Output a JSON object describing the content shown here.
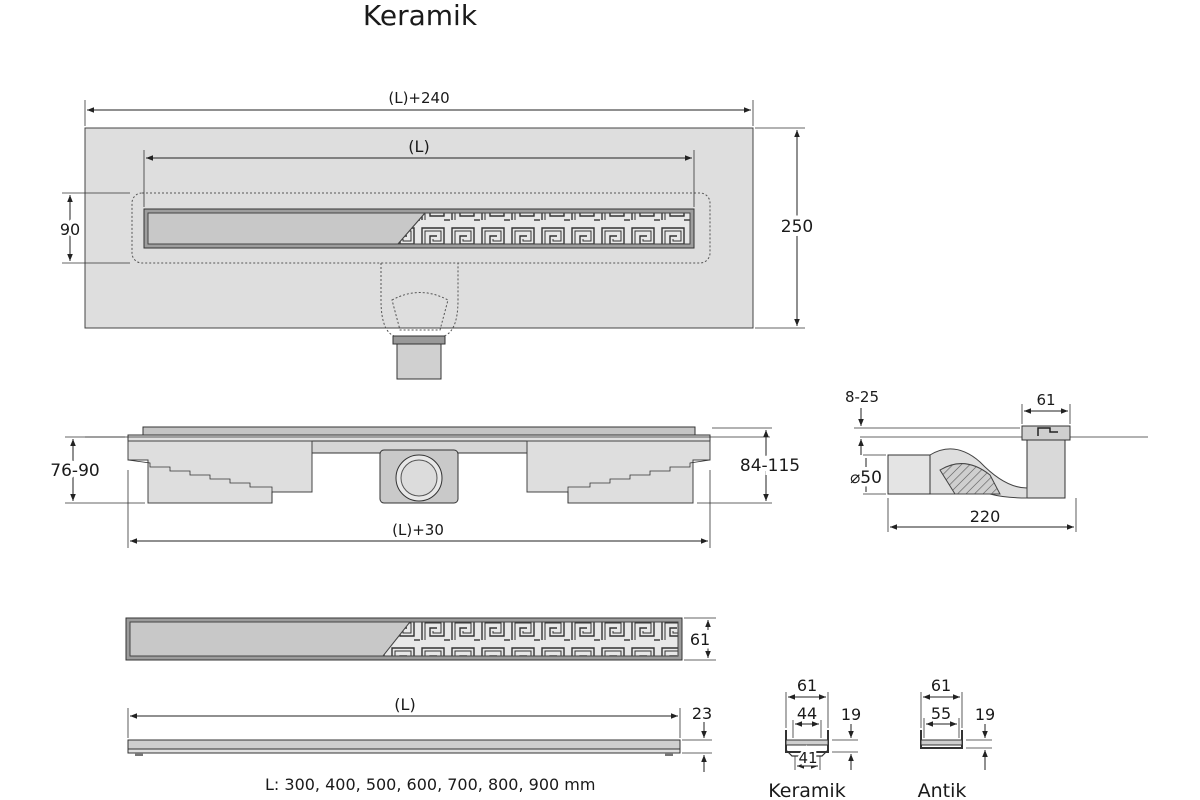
{
  "title": "Keramik",
  "plan": {
    "overall_width": "(L)+240",
    "channel_length": "(L)",
    "channel_width": "90",
    "overall_height": "250"
  },
  "side": {
    "height_left": "76-90",
    "height_right": "84-115",
    "length": "(L)+30"
  },
  "section": {
    "adjust": "8-25",
    "grate_width": "61",
    "outlet_diameter": "⌀50",
    "depth": "220"
  },
  "grate": {
    "width": "61",
    "length": "(L)",
    "height": "23",
    "lengths_note": "L: 300, 400, 500, 600, 700, 800, 900 mm"
  },
  "profiles": [
    {
      "name": "Keramik",
      "outer": "61",
      "inner": "44",
      "bottom": "41",
      "height": "19"
    },
    {
      "name": "Antik",
      "outer": "61",
      "inner": "55",
      "height": "19"
    }
  ]
}
